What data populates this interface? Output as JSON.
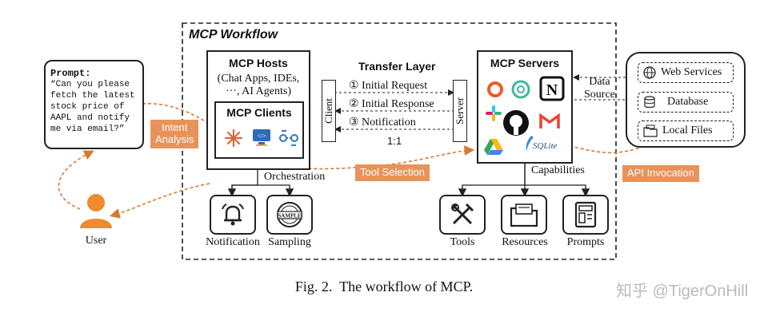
{
  "workflow": {
    "title": "MCP Workflow"
  },
  "prompt": {
    "heading": "Prompt:",
    "lines": [
      "“Can you please",
      "fetch the latest",
      "stock price of",
      "AAPL and notify",
      "me via email?”"
    ]
  },
  "user": {
    "label": "User"
  },
  "hosts": {
    "title": "MCP Hosts",
    "subtitle_1": "(Chat Apps, IDEs,",
    "subtitle_2": "···, AI Agents)",
    "clients_title": "MCP Clients"
  },
  "transfer": {
    "title": "Transfer Layer",
    "client_label": "Client",
    "server_label": "Server",
    "step1": "① Initial Request",
    "step2": "② Initial Response",
    "step3": "③ Notification",
    "ratio": "1:1"
  },
  "servers": {
    "title": "MCP Servers",
    "sqlite_label": "SQLite",
    "capabilities": "Capabilities"
  },
  "data_source": {
    "label_1": "Data",
    "label_2": "Source",
    "items": [
      "Web Services",
      "Database",
      "Local Files"
    ]
  },
  "tags": {
    "intent_1": "Intent",
    "intent_2": "Analysis",
    "tool_selection": "Tool Selection",
    "api_invocation": "API Invocation"
  },
  "orchestration": {
    "label": "Orchestration",
    "items": [
      "Notification",
      "Sampling"
    ]
  },
  "capability_items": [
    "Tools",
    "Resources",
    "Prompts"
  ],
  "caption": "Fig. 2.  The workflow of MCP.",
  "watermark": "知乎 @TigerOnHill"
}
